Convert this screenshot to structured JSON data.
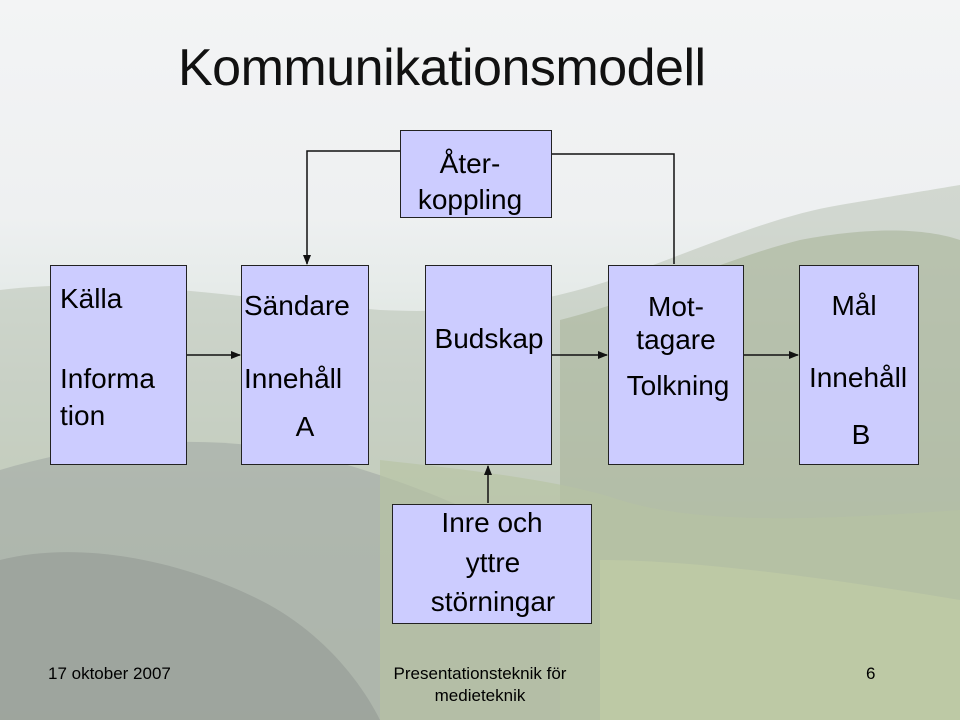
{
  "title": "Kommunikationsmodell",
  "feedback": {
    "line1": "Åter-",
    "line2": "koppling"
  },
  "source": {
    "label": "Källa",
    "line1": "Informa",
    "line2": "tion"
  },
  "sender": {
    "label": "Sändare",
    "content": "Innehåll",
    "letter": "A"
  },
  "message": {
    "label": "Budskap"
  },
  "receiver": {
    "line1": "Mot-",
    "line2": "tagare",
    "content": "Tolkning"
  },
  "goal": {
    "label": "Mål",
    "content": "Innehåll",
    "letter": "B"
  },
  "noise": {
    "line1": "Inre och",
    "line2": "yttre",
    "line3": "störningar"
  },
  "footer": {
    "date": "17 oktober 2007",
    "center_line1": "Presentationsteknik för",
    "center_line2": "medieteknik",
    "page": "6"
  },
  "colors": {
    "box_fill": "#ccccff",
    "box_border": "#222222",
    "line": "#111111"
  }
}
